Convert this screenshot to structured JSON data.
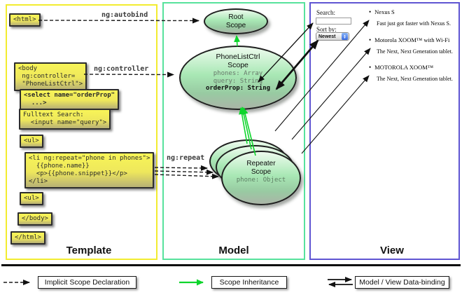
{
  "columns": {
    "template": "Template",
    "model": "Model",
    "view": "View"
  },
  "connector_labels": {
    "autobind": "ng:autobind",
    "controller": "ng:controller",
    "repeat": "ng:repeat"
  },
  "template_code": {
    "html_open": "<html>",
    "body_open": "<body\n ng:controller=\n \"PhoneListCtrl\">",
    "select_tag": "<select name=\"orderProp\"\n  ...>",
    "fulltext": "Fulltext Search:\n  <input name=\"query\">",
    "ul_open": "<ul>",
    "li_repeat": "<li ng:repeat=\"phone in phones\">\n  {{phone.name}}\n  <p>{{phone.snippet}}</p>\n</li>",
    "ul_close": "<ul>",
    "body_close": "</body>",
    "html_close": "</html>"
  },
  "model": {
    "root_scope_title": "Root\nScope",
    "phonelist_title": "PhoneListCtrl\nScope",
    "phonelist_props": "phones: Array\nquery: String",
    "phonelist_prop_bold": "orderProp: String",
    "repeater_title": "Repeater\nScope",
    "repeater_prop": "phone: Object"
  },
  "view": {
    "search_label": "Search:",
    "search_value": "",
    "sort_label": "Sort by:",
    "sort_value": "Newest",
    "bullet": "•",
    "items": [
      {
        "title": "Nexus S",
        "desc": "Fast just got faster with Nexus S."
      },
      {
        "title": "Motorola XOOM™ with Wi-Fi",
        "desc": "The Next, Next Generation tablet."
      },
      {
        "title": "MOTOROLA XOOM™",
        "desc": "The Next, Next Generation tablet."
      }
    ]
  },
  "legend": {
    "implicit": "Implicit Scope Declaration",
    "inheritance": "Scope Inheritance",
    "databinding": "Model / View Data-binding"
  },
  "colors": {
    "template_border": "#f2ec30",
    "model_border": "#57e29c",
    "view_border": "#5f55d2",
    "inheritance_arrow": "#0ed52c",
    "code_box_yellow": "#f8f557",
    "scope_fill_green": "#a9e8b5"
  }
}
